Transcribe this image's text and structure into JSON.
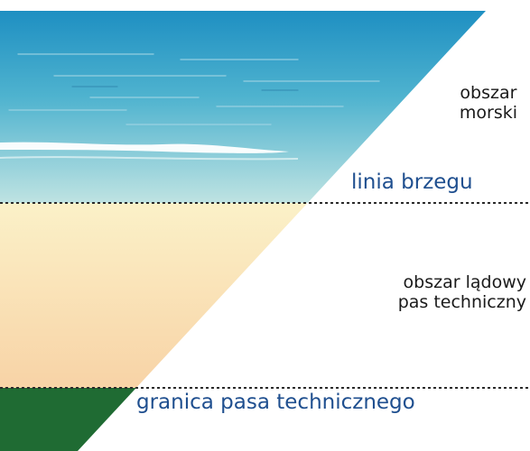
{
  "labels": {
    "sea_area_line1": "obszar",
    "sea_area_line2": "morski",
    "land_area_line1": "obszar lądowy",
    "land_area_line2": "pas techniczny",
    "shoreline": "linia brzegu",
    "technical_belt_boundary": "granica pasa technicznego"
  },
  "colors": {
    "sea_top": "#1e8fc2",
    "sea_mid": "#4fb3cf",
    "sea_bottom": "#bfe3e2",
    "sand_top": "#fbf1c8",
    "sand_bottom": "#f8d3a6",
    "technical_belt": "#1f6b33",
    "label_blue": "#1f4f8f",
    "label_dark": "#1a1a1a",
    "dotted_line": "#2b2b2b"
  }
}
